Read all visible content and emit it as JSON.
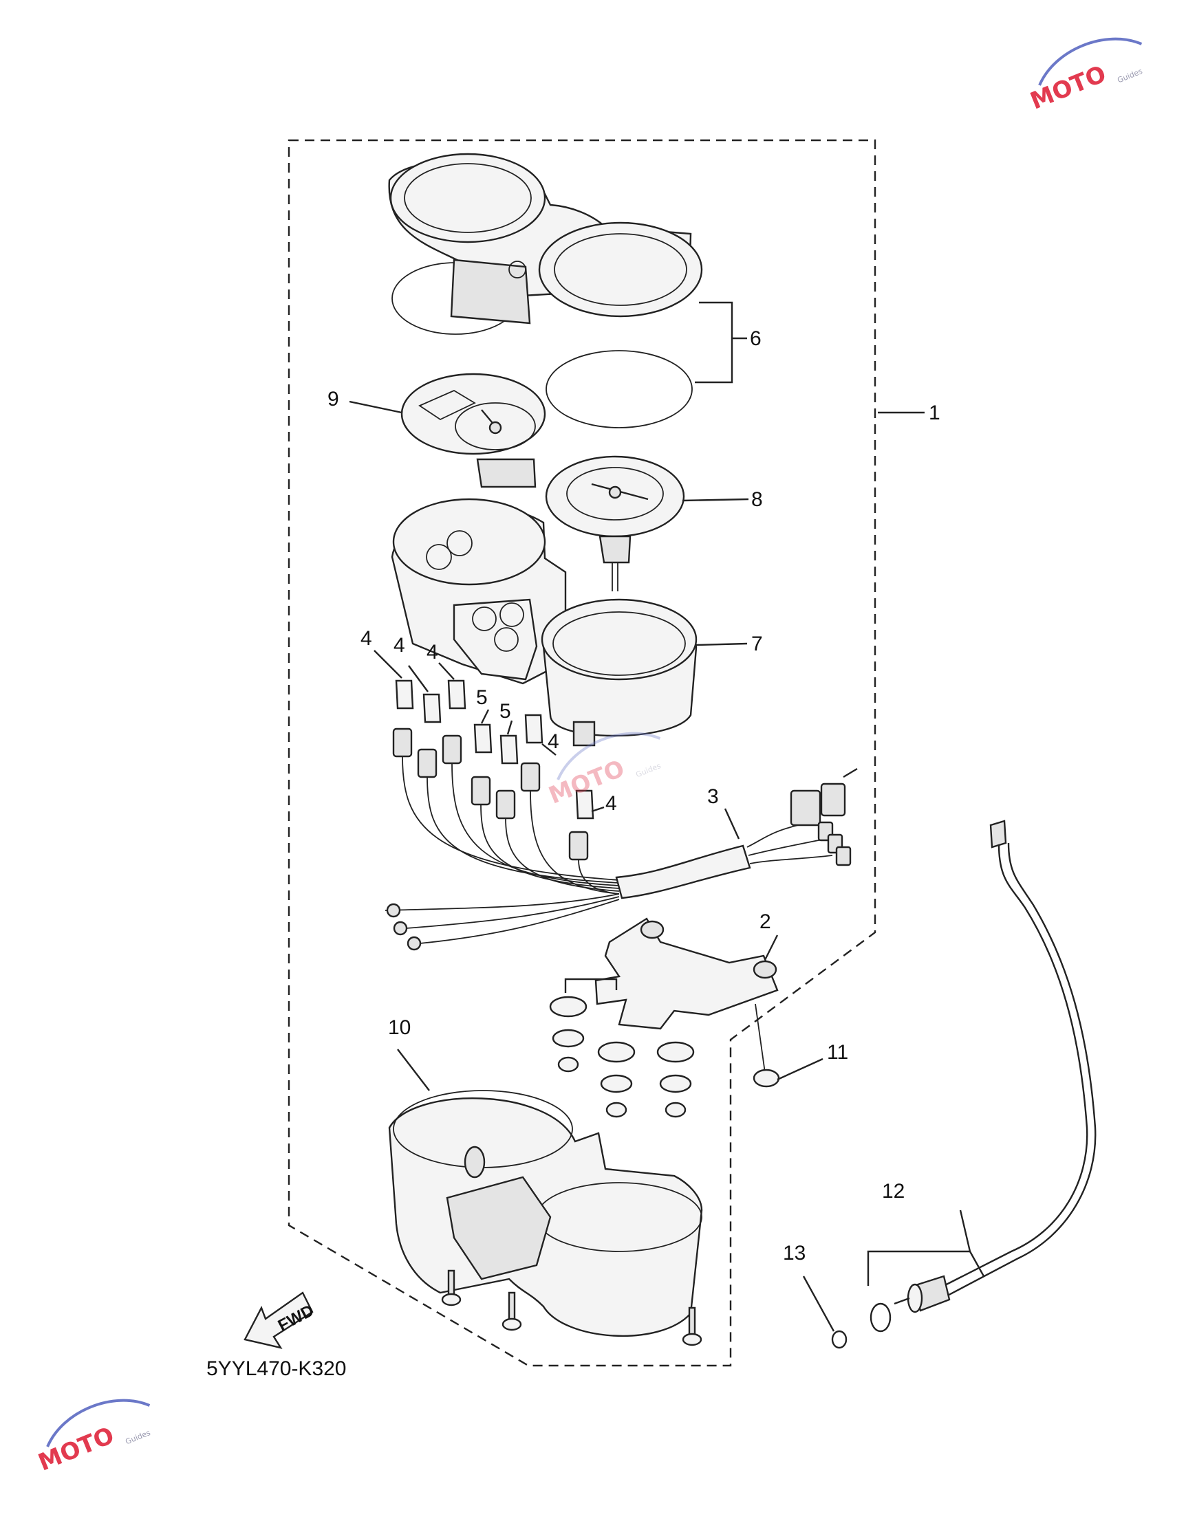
{
  "diagram": {
    "diagram_code": "5YYL470-K320",
    "fwd_label": "FWD",
    "callouts": [
      {
        "id": "c1",
        "label": "1"
      },
      {
        "id": "c2",
        "label": "2"
      },
      {
        "id": "c3",
        "label": "3"
      },
      {
        "id": "c4a",
        "label": "4"
      },
      {
        "id": "c4b",
        "label": "4"
      },
      {
        "id": "c4c",
        "label": "4"
      },
      {
        "id": "c4d",
        "label": "4"
      },
      {
        "id": "c4e",
        "label": "4"
      },
      {
        "id": "c5a",
        "label": "5"
      },
      {
        "id": "c5b",
        "label": "5"
      },
      {
        "id": "c6",
        "label": "6"
      },
      {
        "id": "c7",
        "label": "7"
      },
      {
        "id": "c8",
        "label": "8"
      },
      {
        "id": "c9",
        "label": "9"
      },
      {
        "id": "c10",
        "label": "10"
      },
      {
        "id": "c11",
        "label": "11"
      },
      {
        "id": "c12",
        "label": "12"
      },
      {
        "id": "c13",
        "label": "13"
      }
    ]
  },
  "watermark": {
    "logo_text": "MOTO",
    "logo_sub": "Guides"
  }
}
